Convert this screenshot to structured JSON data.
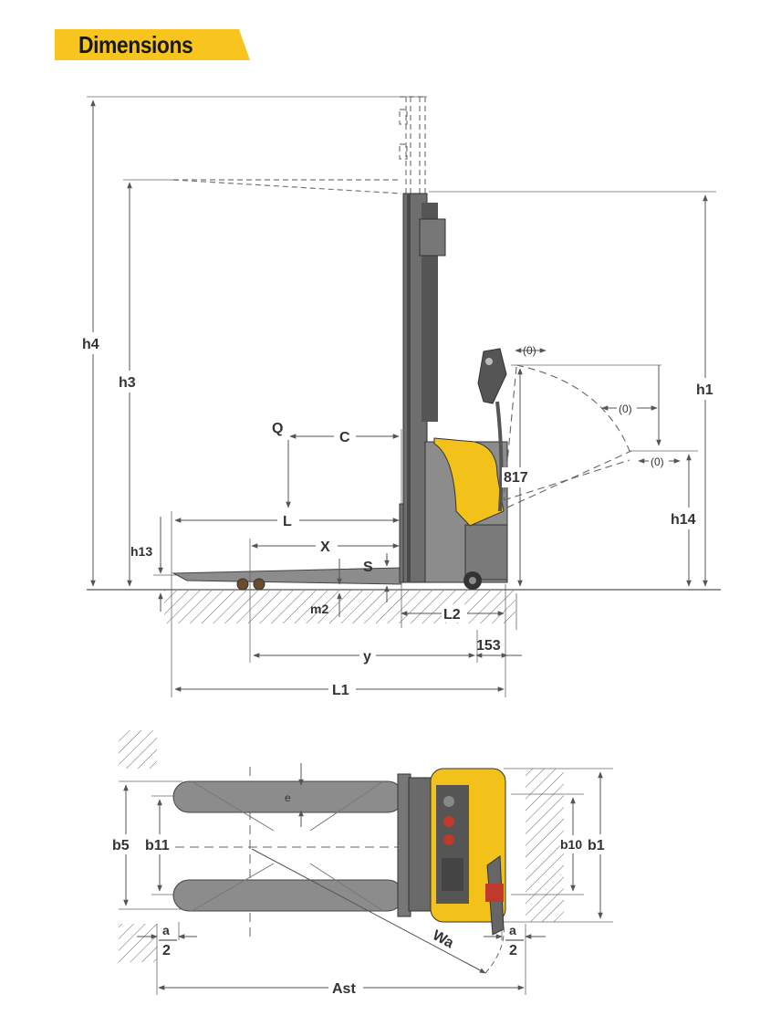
{
  "header": {
    "title": "Dimensions",
    "accent_color": "#f7c51e"
  },
  "side_view": {
    "labels": {
      "h4": "h4",
      "h3": "h3",
      "h1": "h1",
      "h14": "h14",
      "h13": "h13",
      "Q": "Q",
      "C": "C",
      "L": "L",
      "X": "X",
      "S": "S",
      "m2": "m2",
      "L2": "L2",
      "y": "y",
      "L1": "L1",
      "dim_153": "153",
      "dim_817": "817",
      "angle_top": "(0)",
      "angle_mid": "(0)",
      "angle_low": "(0)"
    }
  },
  "top_view": {
    "labels": {
      "b5": "b5",
      "b11": "b11",
      "b10": "b10",
      "b1": "b1",
      "e": "e",
      "Wa": "Wa",
      "Ast": "Ast",
      "a_left": "a",
      "two_left": "2",
      "a_right": "a",
      "two_right": "2"
    }
  },
  "colors": {
    "body": "#8c8c8c",
    "dark": "#5a5a5a",
    "yellow": "#f2c21b",
    "line": "#555555"
  }
}
